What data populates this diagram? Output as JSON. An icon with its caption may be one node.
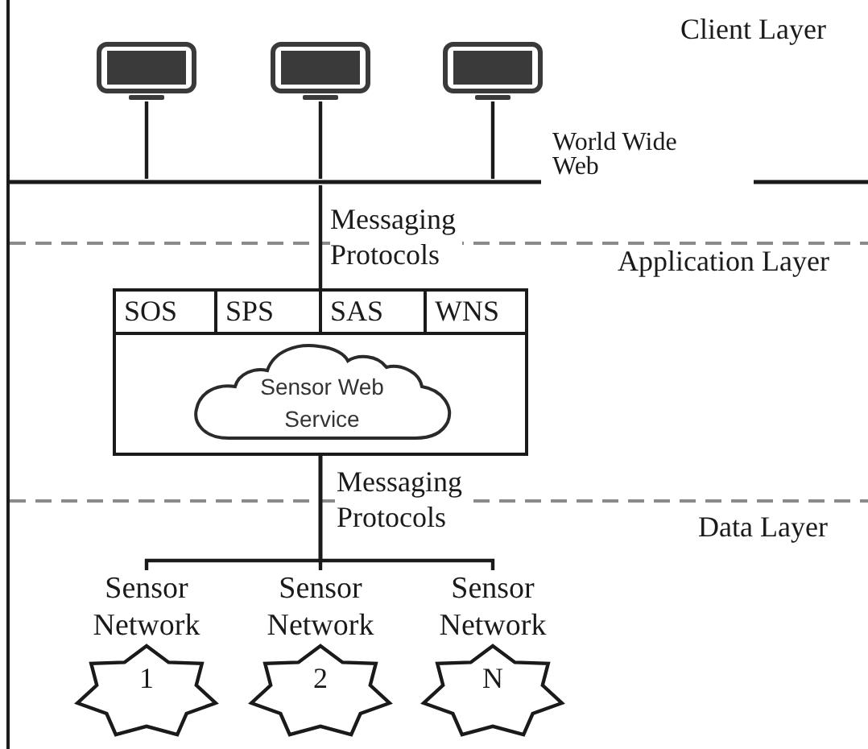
{
  "diagram": {
    "nodes": [
      {
        "text": [],
        "shape": "monitor"
      },
      {
        "text": [],
        "shape": "monitor"
      },
      {
        "text": [],
        "shape": "monitor"
      },
      {
        "text": [],
        "shape": "bar",
        "beside": [
          "World Wide Web"
        ]
      },
      {
        "text": [],
        "shape": "box"
      },
      {
        "text": [
          "SOS"
        ],
        "in": 4
      },
      {
        "text": [
          "SPS"
        ],
        "in": 4
      },
      {
        "text": [
          "SAS"
        ],
        "in": 4
      },
      {
        "text": [
          "WNS"
        ],
        "in": 4
      },
      {
        "text": [
          "Sensor Web Service"
        ],
        "in": 4
      },
      {
        "text": [
          "Sensor Network",
          "1"
        ]
      },
      {
        "text": [
          "Sensor Network",
          "2"
        ]
      },
      {
        "text": [
          "Sensor Network",
          "N"
        ]
      }
    ],
    "edges": [
      {
        "from": 0,
        "to": 3,
        "arrow": "none"
      },
      {
        "from": 1,
        "to": 3,
        "arrow": "none"
      },
      {
        "from": 2,
        "to": 3,
        "arrow": "none"
      },
      {
        "from": 3,
        "to": 4,
        "arrow": "none",
        "label": "Messaging Protocols"
      },
      {
        "from": 4,
        "to": 10,
        "arrow": "none"
      },
      {
        "from": 4,
        "to": 11,
        "arrow": "none",
        "label": "Messaging Protocols"
      },
      {
        "from": 4,
        "to": 12,
        "arrow": "none"
      }
    ],
    "labels": [
      "Client Layer",
      "Application Layer",
      "Data Layer"
    ]
  }
}
